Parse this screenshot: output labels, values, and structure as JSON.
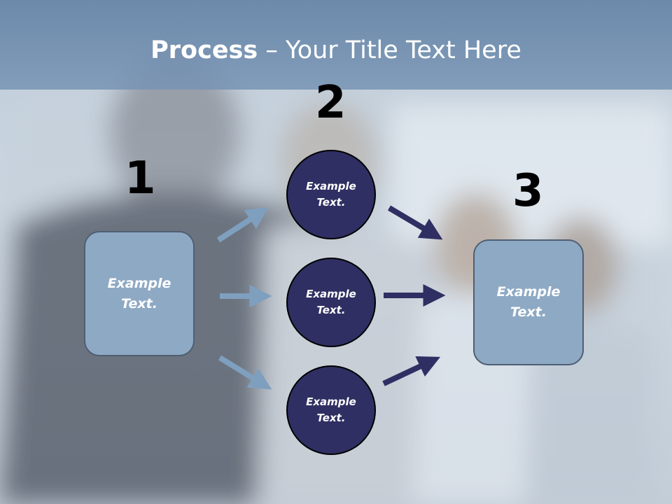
{
  "title": {
    "bold": "Process",
    "rest": " – Your Title Text Here"
  },
  "steps": [
    "1",
    "2",
    "3"
  ],
  "left_box": {
    "text": "Example\nText."
  },
  "circles": [
    {
      "text": "Example\nText."
    },
    {
      "text": "Example\nText."
    },
    {
      "text": "Example\nText."
    }
  ],
  "right_box": {
    "text": "Example\nText."
  },
  "colors": {
    "box_fill": "#8ea9c4",
    "circle_fill": "#2f2f63",
    "arrow_light": "#7f9fbf",
    "arrow_dark": "#2f2f63"
  }
}
